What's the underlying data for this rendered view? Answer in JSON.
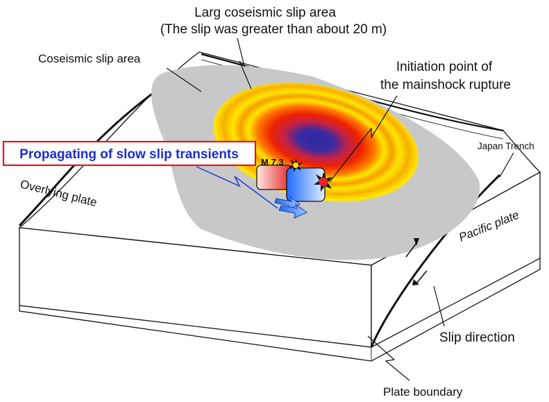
{
  "labels": {
    "large_slip_line1": "Larg coseismic slip area",
    "large_slip_line2": "(The slip was greater than about 20 m)",
    "coseismic": "Coseismic slip area",
    "initiation_line1": "Initiation point of",
    "initiation_line2": "the mainshock rupture",
    "propagating": "Propagating of slow slip transients",
    "magnitude": "M 7.3",
    "japan_trench": "Japan Trench",
    "overlying_plate": "Overlying plate",
    "pacific_plate": "Pacific plate",
    "slip_direction": "Slip direction",
    "plate_boundary": "Plate boundary"
  },
  "colors": {
    "slip_area_gray": "#c8c8c8",
    "slip_yellow": "#ffe600",
    "slip_orange": "#ff8a00",
    "slip_red": "#ee2200",
    "slip_blue_core": "#2b2aa0",
    "callout_border": "#e0141e",
    "callout_text": "#1a2fcc",
    "slow_slip_blue": "#1f6bff",
    "slow_slip_red": "#e3262a"
  }
}
